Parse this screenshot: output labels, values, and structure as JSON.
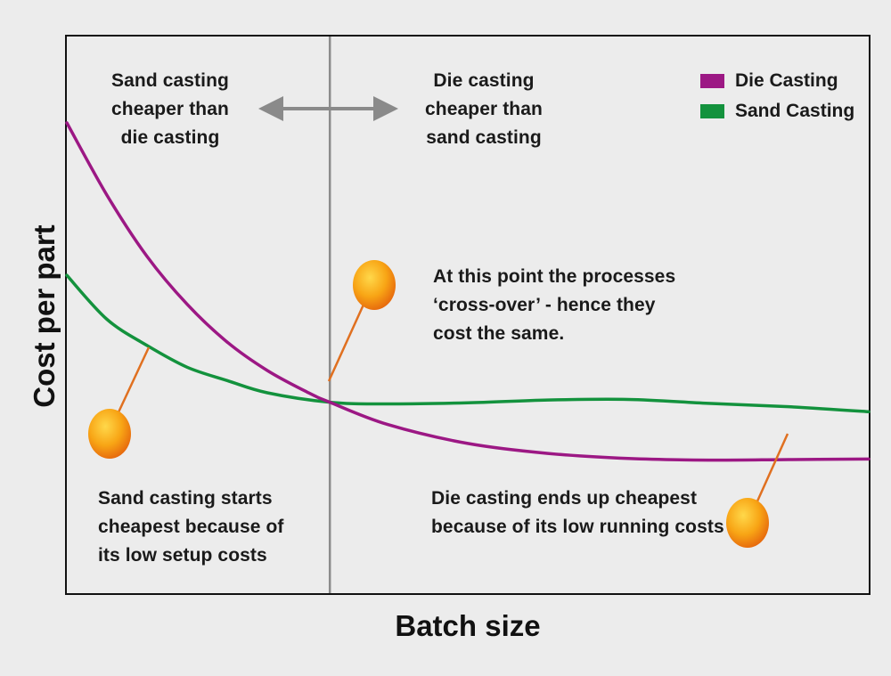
{
  "chart_data": {
    "type": "line",
    "xlabel": "Batch size",
    "ylabel": "Cost per part",
    "xlim": [
      0,
      100
    ],
    "ylim": [
      0,
      100
    ],
    "series": [
      {
        "name": "Die Casting",
        "color": "#9c1884",
        "x": [
          0,
          5,
          10,
          15,
          20,
          25,
          30,
          32.8,
          40,
          50,
          60,
          70,
          80,
          90,
          100
        ],
        "y": [
          84.5,
          71.5,
          60.5,
          51.9,
          45.1,
          40.0,
          36.1,
          34.3,
          30.3,
          26.9,
          25.1,
          24.2,
          23.9,
          24.0,
          24.1
        ]
      },
      {
        "name": "Sand Casting",
        "color": "#13923d",
        "x": [
          0,
          5,
          10,
          15,
          20,
          25,
          32.8,
          40,
          50,
          60,
          70,
          80,
          90,
          100
        ],
        "y": [
          57.1,
          49.2,
          44.5,
          40.6,
          38.2,
          36.0,
          34.3,
          34.0,
          34.2,
          34.7,
          34.8,
          34.1,
          33.5,
          32.6
        ]
      }
    ],
    "crossover": {
      "x": 32.8,
      "y": 34.3
    },
    "annotations": {
      "left_region": [
        "Sand casting",
        "cheaper than",
        "die casting"
      ],
      "right_region": [
        "Die casting",
        "cheaper than",
        "sand casting"
      ],
      "crossover_note": [
        "At this point the processes",
        "‘cross-over’ - hence they",
        "cost the same."
      ],
      "sand_note": [
        "Sand casting starts",
        "cheapest because of",
        "its low setup costs"
      ],
      "die_note": [
        "Die casting ends up cheapest",
        "because of its low running costs"
      ]
    },
    "legend": {
      "position": "top-right"
    },
    "grid": false,
    "colors": {
      "arrow": "#8a8a8a",
      "callout_line": "#e07020",
      "marker": "#f59a0f",
      "divider": "#8c8c8c"
    }
  }
}
